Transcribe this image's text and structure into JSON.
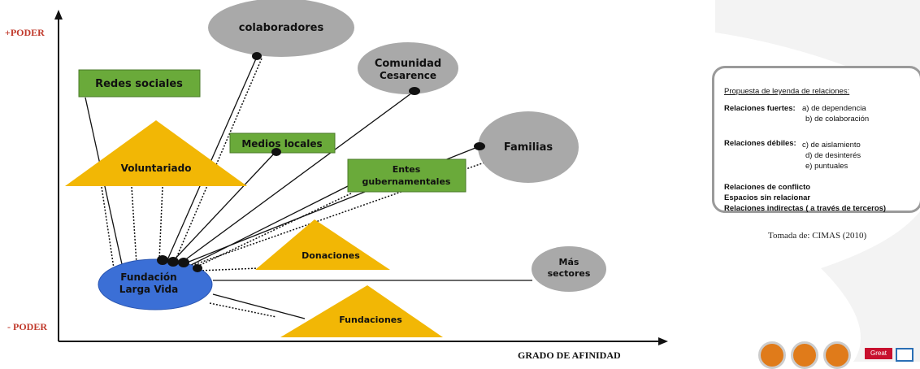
{
  "axes": {
    "y_top": "+PODER",
    "y_bottom": "- PODER",
    "x_label": "GRADO DE AFINIDAD"
  },
  "nodes": {
    "colaboradores": "colaboradores",
    "comunidad_line1": "Comunidad",
    "comunidad_line2": "Cesarence",
    "familias": "Familias",
    "mas_sectores_line1": "Más",
    "mas_sectores_line2": "sectores",
    "redes_sociales": "Redes sociales",
    "medios_locales": "Medios locales",
    "entes_line1": "Entes",
    "entes_line2": "gubernamentales",
    "voluntariado": "Voluntariado",
    "donaciones": "Donaciones",
    "fundaciones": "Fundaciones",
    "fundacion_line1": "Fundación",
    "fundacion_line2": "Larga Vida"
  },
  "legend": {
    "title": "Propuesta de leyenda de relaciones:",
    "strong_label": "Relaciones fuertes:",
    "strong_a": "a) de dependencia",
    "strong_b": "b) de colaboración",
    "weak_label": "Relaciones débiles:",
    "weak_c": "c) de aislamiento",
    "weak_d": "d) de desinterés",
    "weak_e": "e) puntuales",
    "conflict": "Relaciones de conflicto",
    "unrelated": "Espacios sin relacionar",
    "indirect": "Relaciones indirectas ( a través de terceros)"
  },
  "source": {
    "prefix": "Tomada de:",
    "text": "CIMAS (2010)"
  },
  "badge": "Great",
  "colors": {
    "ellipse_gray": "#a9a9a9",
    "box_green": "#6aaa3a",
    "triangle_yellow": "#f2b705",
    "center_blue": "#3b6fd6",
    "axis_red": "#c0392b"
  }
}
